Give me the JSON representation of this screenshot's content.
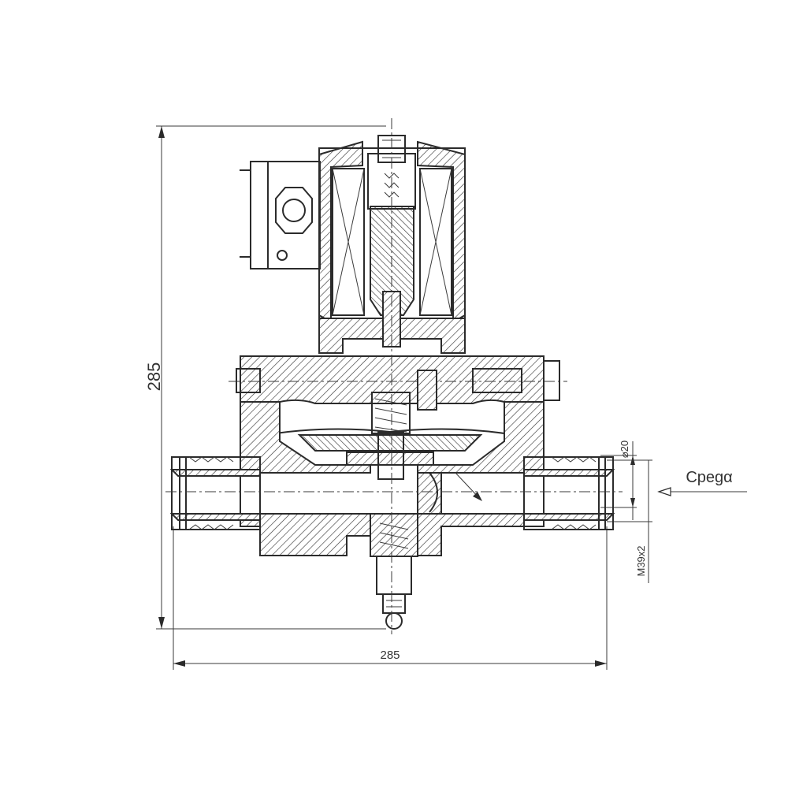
{
  "drawing": {
    "height_dimension": "285",
    "width_dimension": "285",
    "bore_diameter": "⌀20",
    "thread_size": "M39x2",
    "flow_label": "Cpegα",
    "colors": {
      "line": "#2b2b2b",
      "background": "#ffffff"
    }
  }
}
